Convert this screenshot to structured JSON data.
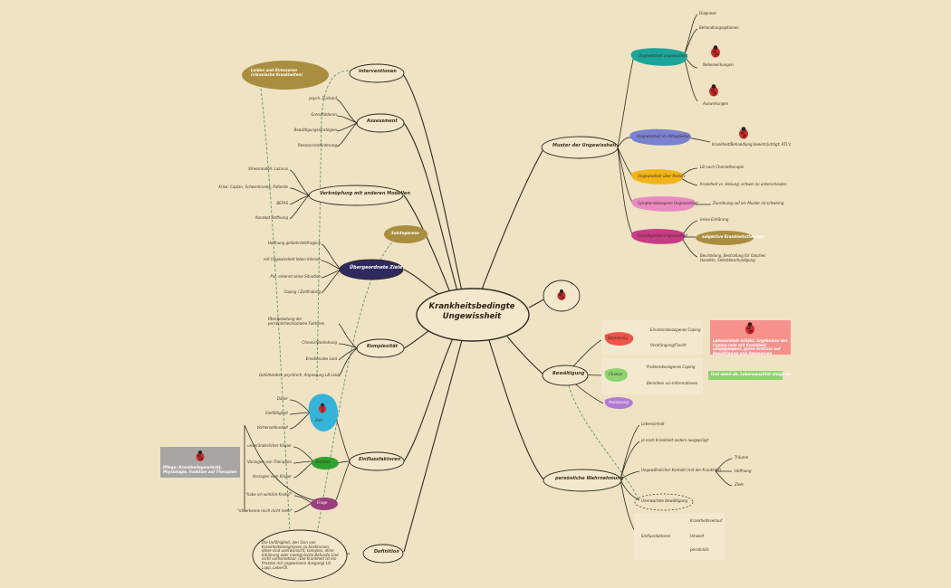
{
  "center": {
    "title": "Krankheitsbedingte Ungewissheit"
  },
  "left": {
    "interventionen": {
      "label": "Interventionen"
    },
    "assessment": {
      "label": "Assessment",
      "items": [
        "psych. Zustand",
        "Grenzfaktoren",
        "Bewältigungsstrategien",
        "Ressourcenförderung"
      ]
    },
    "verknuepfung": {
      "label": "Verknüpfung mit anderen Modellen",
      "items": [
        "Stressmodell: Lazarus",
        "Krise: Caplan, Schwerkranke, Patiente",
        "BEFAS",
        "Konzept Hoffnung"
      ]
    },
    "uebergeordnete_ziele": {
      "label": "Übergeordnete Ziele",
      "items": [
        "Hoffnung gefaehrdet/fraglich",
        "mit Ungewissheit leben können",
        "Pat. erkennt seine Situation",
        "Coping / Zielfindung"
      ]
    },
    "salutogenese": {
      "label": "Salutogenese"
    },
    "chronische": {
      "label": "Leiden und Stressoren (chronische Krankheiten)"
    },
    "komplexitaet": {
      "label": "Komplexität",
      "items": [
        "Überbelastung der persönlichen/sozialen Faktoren",
        "Chronic/Bedrohung",
        "Emotionales Leid",
        "Gefühlsleben psychisch, Anpassung LB Leid"
      ]
    },
    "einflussfaktoren": {
      "label": "Einflussfaktoren",
      "blue": {
        "label": "Zeit",
        "items": [
          "Dauer",
          "Vielfältigkeit",
          "Vorhersehbarkeit"
        ]
      },
      "green": {
        "label": "Kontext",
        "items": [
          "unveränderlicher Körper",
          "Vorzugen von Therapien",
          "Vorzugen vom Körper"
        ]
      },
      "purple": {
        "label": "Frage",
        "items": [
          "\"habe ich wirklich Krebs?\"",
          "\"ich erkenne mich nicht mehr\""
        ]
      },
      "grey_box": "Pflege: Krankheitsgeschicht, Physiologie, Funktion auf Therapien"
    },
    "definition": {
      "label": "Definition",
      "text": "Die Unfähigkeit, den Sinn von Krankheitsereignissen zu bestimmen, diese sind unerwünscht, komplex, ohne Erklärung oder medizinische Befunde sind nicht vorhersehbar. (Die Krankheit ist ein Prozess mit ungewissem Ausgang) Lit: Lapp, LeberÖl."
    }
  },
  "right": {
    "muster": {
      "label": "Muster der Ungewissheit",
      "teal": {
        "label": "Ungewissheit ungewissheit",
        "items": [
          "Diagnose",
          "Behandlungsoptionen",
          "Nebenwirkungen",
          "Auswirkungen"
        ]
      },
      "blue": {
        "label": "Ungewissheit im Alltagsleben",
        "note": "Krankheit/Behandlung beeinträchtigt: ATL's"
      },
      "yellow": {
        "label": "Ungewissheit über Rezidiv",
        "items": [
          "LB nach Chemotherapie",
          "Krankheit vs. Heilung: schwer zu unterscheiden"
        ]
      },
      "pink": {
        "label": "Symptombezogene Ungewissheit",
        "note": "Zuordnung auf ein Muster ist schwierig"
      },
      "magenta": {
        "label": "Soziologische Ungewissheit",
        "items": [
          "keine Erklärung",
          "Beurteilung, Bestrafung für falsches Handeln, Selbstbeschuldigung"
        ],
        "pill": "subjektive Krankheitstheorien"
      }
    },
    "bewaeltigung": {
      "label": "Bewältigung",
      "red": {
        "label": "Bedrohung",
        "items": [
          "Emotionsbezogenes Coping",
          "Verdrängung/Flucht"
        ],
        "box": "Lebensinhalt erhöht, Ergebnisse des Coping (wie mit Krankheit umgegangen), gutes Einfluss auf Bewältigung und Ressourcen"
      },
      "green": {
        "label": "Chance",
        "items": [
          "Problembezogenes Coping",
          "Bemühen um Informationen"
        ],
        "box": "Und wenn ab, Lebensqualität steigt an"
      },
      "purple": {
        "label": "Anpassung"
      }
    },
    "wahrnehmung": {
      "label": "persönliche Wahrnehmung",
      "items": [
        "Lebensinhalt",
        "je nach Krankheit anders ausgeprägt",
        "Ungewöhnlicher Kontakt (mit der Krankheit)",
        "Unerwartete Bewältigung",
        "Einflussfaktoren"
      ],
      "sub_contact": [
        "Träume",
        "Hoffnung",
        "Ziele"
      ],
      "sub_factors": [
        "Krankheitsverlauf",
        "Umwelt",
        "persönlich"
      ]
    }
  }
}
